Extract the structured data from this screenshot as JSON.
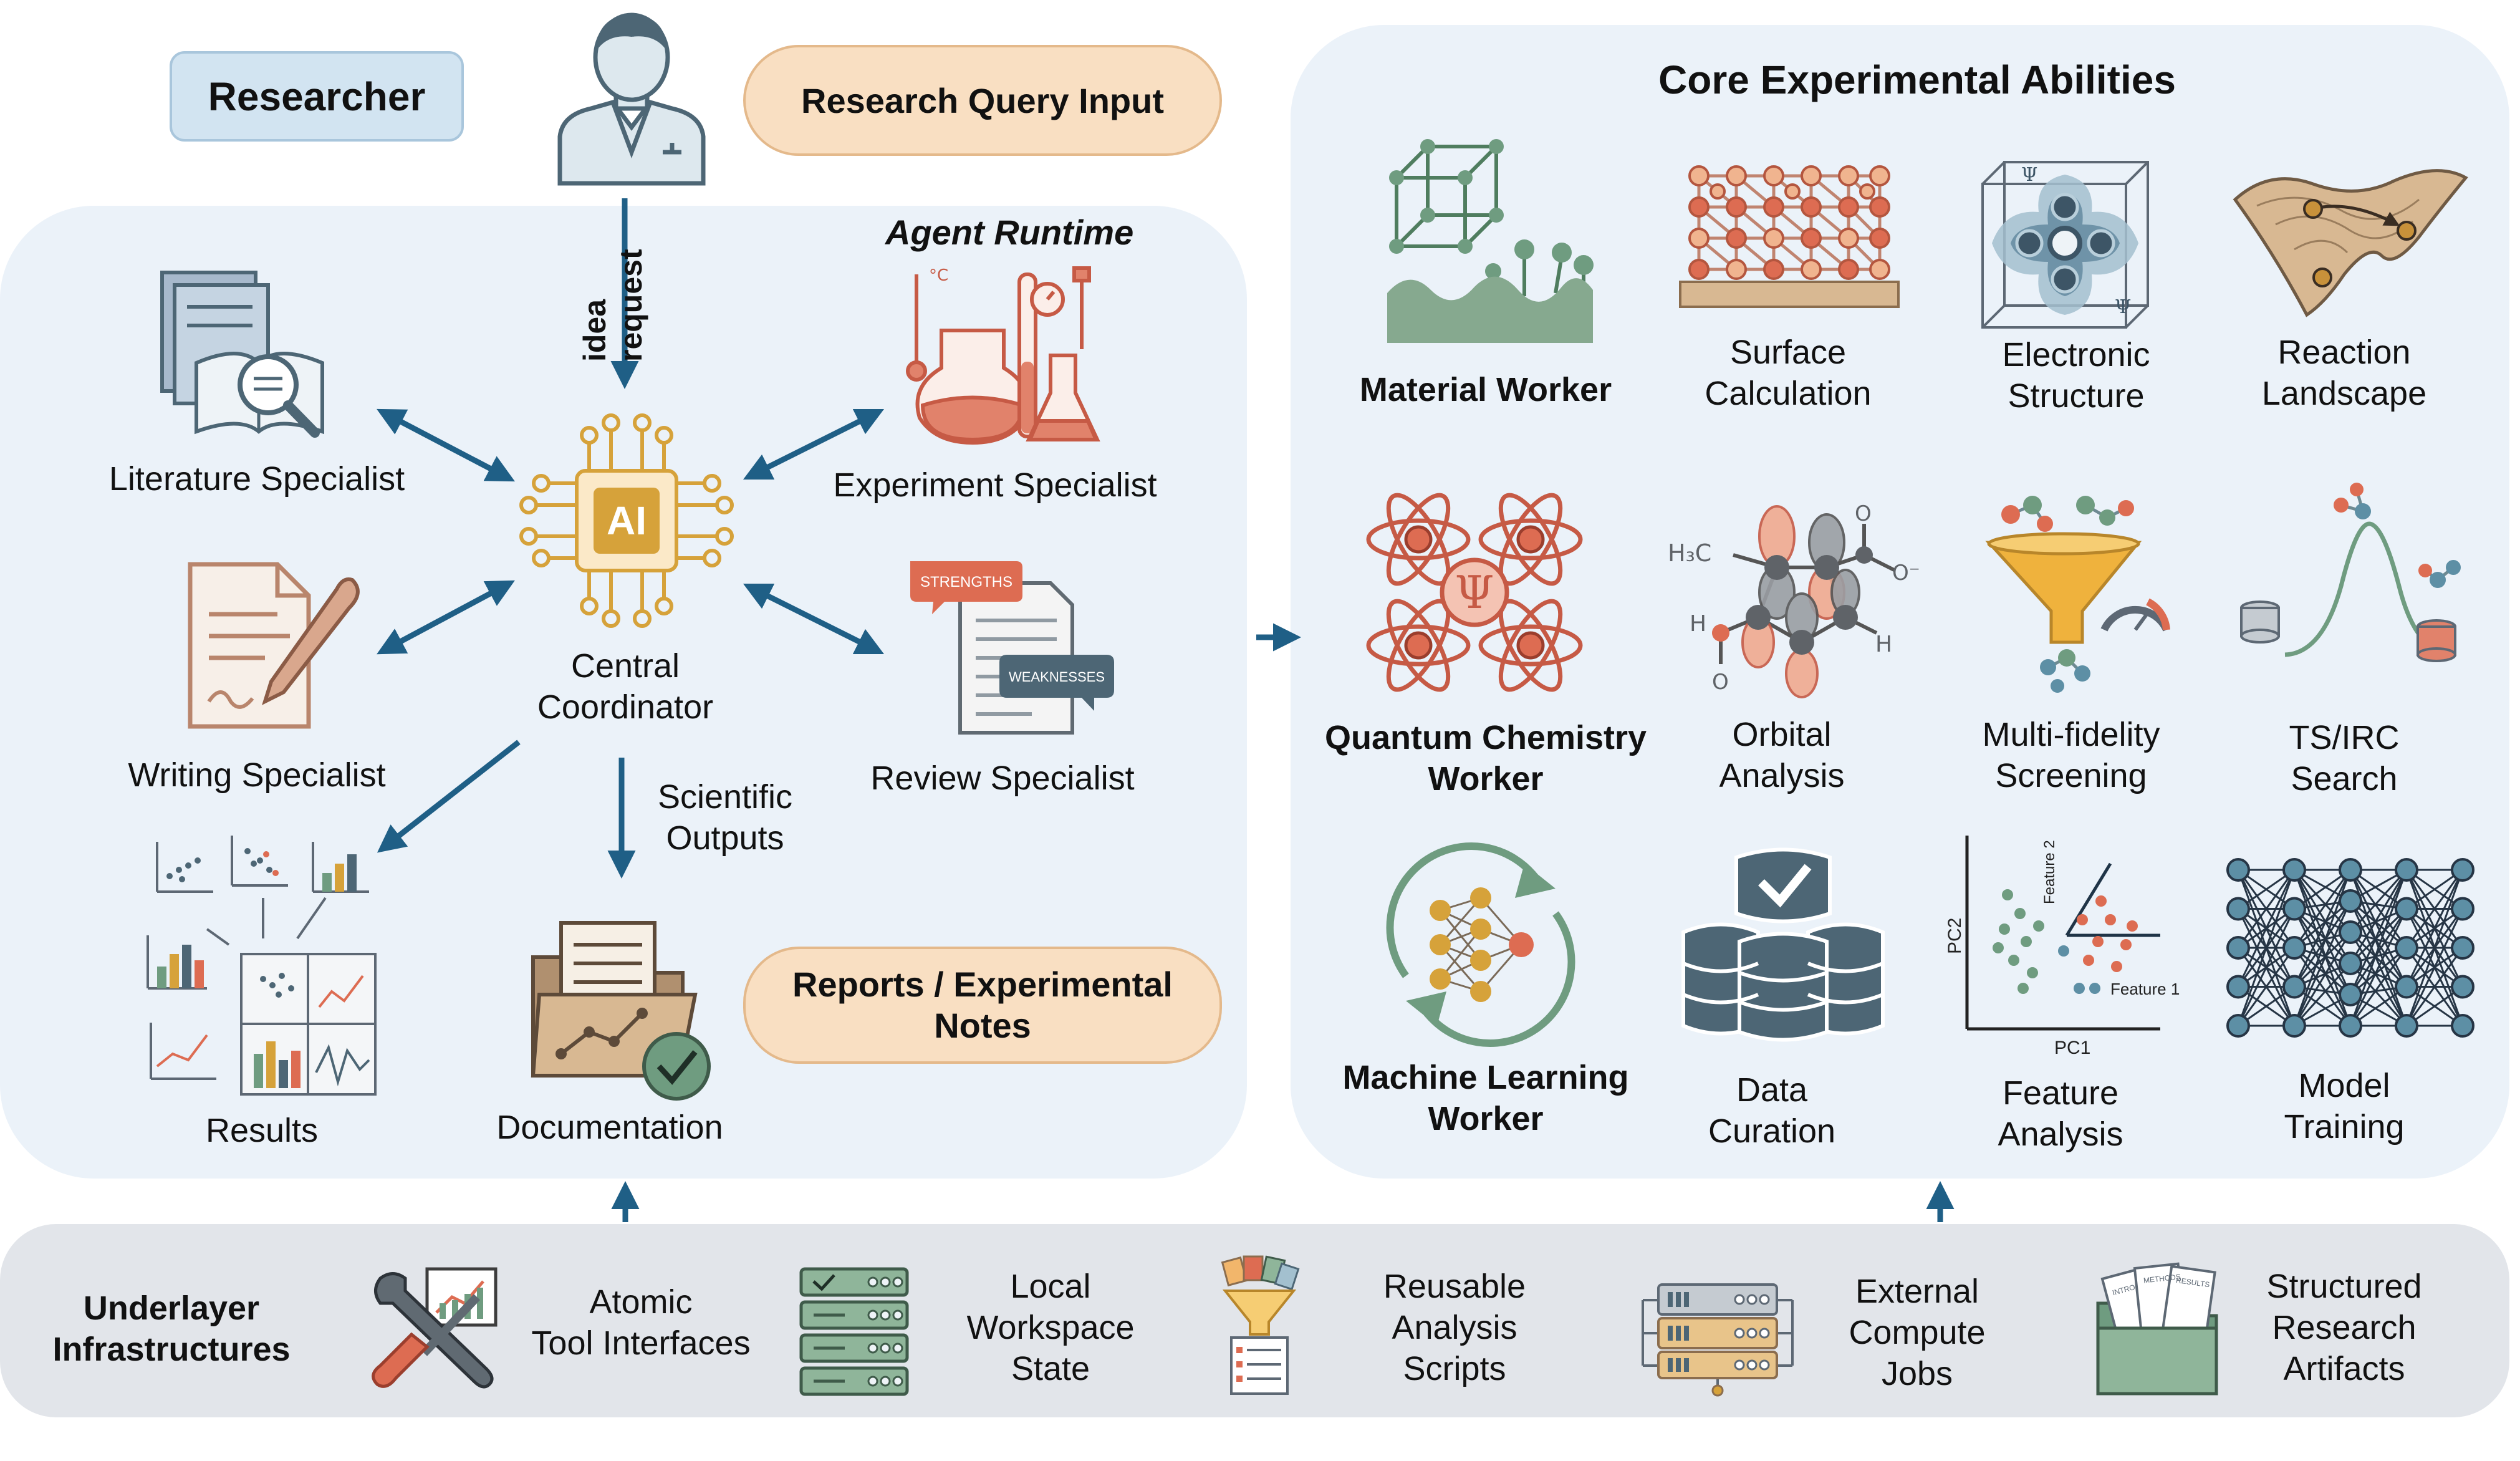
{
  "researcher": {
    "label": "Researcher",
    "query_input": "Research Query Input",
    "arrow_text_1": "idea",
    "arrow_text_2": "request"
  },
  "agent_runtime": {
    "title": "Agent Runtime",
    "coordinator": [
      "Central",
      "Coordinator"
    ],
    "ai_chip": "AI",
    "literature": "Literature Specialist",
    "experiment": "Experiment Specialist",
    "writing": "Writing Specialist",
    "review": "Review Specialist",
    "review_strengths": "STRENGTHS",
    "review_weaknesses": "WEAKNESSES",
    "results": "Results",
    "outputs": [
      "Scientific",
      "Outputs"
    ],
    "documentation": "Documentation",
    "reports": [
      "Reports / Experimental",
      "Notes"
    ]
  },
  "core": {
    "title": "Core Experimental Abilities",
    "material_worker": "Material Worker",
    "surface": [
      "Surface",
      "Calculation"
    ],
    "electronic": [
      "Electronic",
      "Structure"
    ],
    "reaction": [
      "Reaction",
      "Landscape"
    ],
    "quantum_worker": [
      "Quantum Chemistry",
      "Worker"
    ],
    "orbital": [
      "Orbital",
      "Analysis"
    ],
    "multifidelity": [
      "Multi-fidelity",
      "Screening"
    ],
    "tsirc": [
      "TS/IRC",
      "Search"
    ],
    "ml_worker": [
      "Machine Learning",
      "Worker"
    ],
    "data_curation": [
      "Data",
      "Curation"
    ],
    "feature_analysis": [
      "Feature",
      "Analysis"
    ],
    "model_training": [
      "Model",
      "Training"
    ],
    "pca": {
      "pc1": "PC1",
      "pc2": "PC2",
      "feature1": "Feature 1",
      "feature2": "Feature 2"
    },
    "orbital_labels": {
      "h3c": "H₃C",
      "o": "O",
      "o_minus": "O⁻",
      "h": "H"
    },
    "psi": "Ψ"
  },
  "underlayer": {
    "title": [
      "Underlayer",
      "Infrastructures"
    ],
    "items": [
      {
        "label": [
          "Atomic",
          "Tool Interfaces"
        ]
      },
      {
        "label": [
          "Local",
          "Workspace",
          "State"
        ]
      },
      {
        "label": [
          "Reusable",
          "Analysis",
          "Scripts"
        ]
      },
      {
        "label": [
          "External",
          "Compute",
          "Jobs"
        ]
      },
      {
        "label": [
          "Structured",
          "Research",
          "Artifacts"
        ]
      }
    ],
    "folder_tags": [
      "INTRO",
      "METHODS",
      "RESULTS"
    ]
  },
  "colors": {
    "panel": "#ebf2f9",
    "underlayer": "#e2e5ea",
    "arrow": "#1f5f86",
    "accent_orange": "#f9dfc2",
    "researcher_box": "#d2e4f1",
    "coral": "#dd6c52",
    "green": "#6f9c80",
    "gold": "#d6a23a",
    "slate": "#5d6874"
  }
}
